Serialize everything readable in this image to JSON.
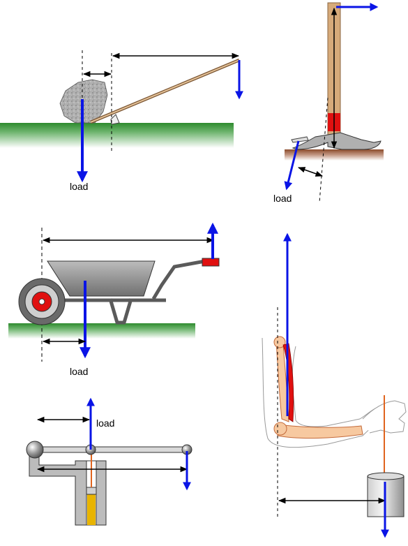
{
  "labels": {
    "crowbar_load": "load",
    "hammer_load": "load",
    "wheelbarrow_load": "load",
    "pump_load": "load"
  },
  "colors": {
    "force_arrow": "#0a14e6",
    "distance_arrow": "#000000",
    "grass": "#2e8b2e",
    "soil": "#8b4a2a",
    "wood": "#d6aa7a",
    "muscle": "#e01010",
    "bone": "#f7c9a0",
    "metal": "#888888",
    "rock": "#a9a9a9",
    "piston": "#e8b400"
  }
}
